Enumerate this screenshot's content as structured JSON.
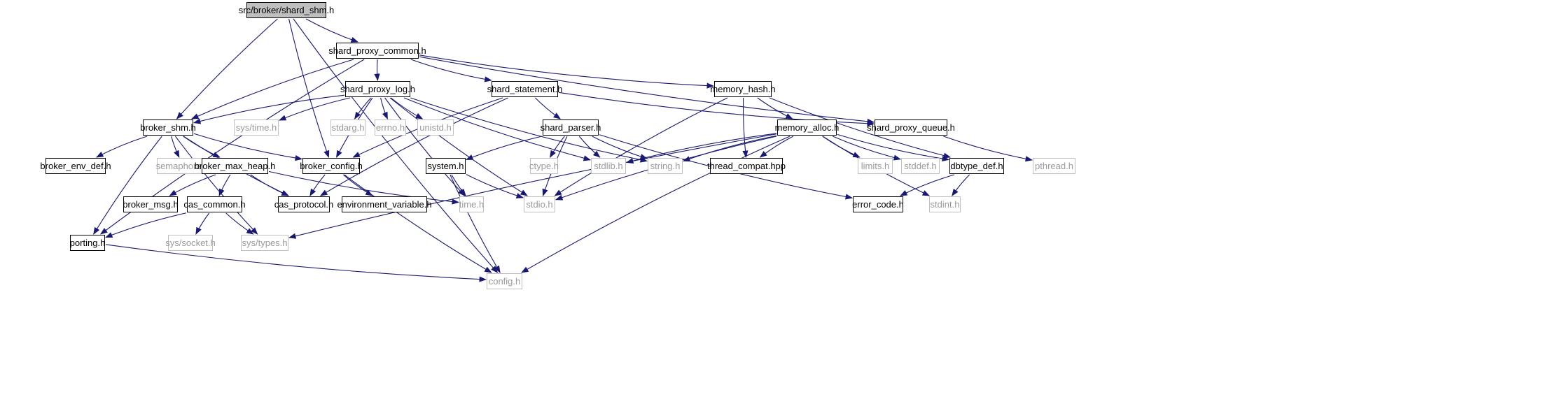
{
  "diagram": {
    "type": "include-dependency-graph",
    "colors": {
      "edge": "#191970",
      "local_border": "#000000",
      "system_border": "#bfbfbf",
      "system_text": "#9a9a9a",
      "root_fill": "#bfbfbf"
    },
    "nodes": [
      {
        "id": "root",
        "label": "src/broker/shard_shm.h",
        "kind": "root"
      },
      {
        "id": "shard_proxy_common",
        "label": "shard_proxy_common.h",
        "kind": "local"
      },
      {
        "id": "shard_proxy_log",
        "label": "shard_proxy_log.h",
        "kind": "local"
      },
      {
        "id": "shard_statement",
        "label": "shard_statement.h",
        "kind": "local"
      },
      {
        "id": "memory_hash",
        "label": "memory_hash.h",
        "kind": "local"
      },
      {
        "id": "broker_shm",
        "label": "broker_shm.h",
        "kind": "local"
      },
      {
        "id": "sys_time",
        "label": "sys/time.h",
        "kind": "system"
      },
      {
        "id": "stdarg",
        "label": "stdarg.h",
        "kind": "system"
      },
      {
        "id": "errno",
        "label": "errno.h",
        "kind": "system"
      },
      {
        "id": "unistd",
        "label": "unistd.h",
        "kind": "system"
      },
      {
        "id": "shard_parser",
        "label": "shard_parser.h",
        "kind": "local"
      },
      {
        "id": "memory_alloc",
        "label": "memory_alloc.h",
        "kind": "local"
      },
      {
        "id": "shard_proxy_queue",
        "label": "shard_proxy_queue.h",
        "kind": "local"
      },
      {
        "id": "broker_env_def",
        "label": "broker_env_def.h",
        "kind": "local"
      },
      {
        "id": "semaphore",
        "label": "semaphore.h",
        "kind": "system"
      },
      {
        "id": "broker_max_heap",
        "label": "broker_max_heap.h",
        "kind": "local"
      },
      {
        "id": "broker_config",
        "label": "broker_config.h",
        "kind": "local"
      },
      {
        "id": "system",
        "label": "system.h",
        "kind": "local"
      },
      {
        "id": "ctype",
        "label": "ctype.h",
        "kind": "system"
      },
      {
        "id": "stdlib",
        "label": "stdlib.h",
        "kind": "system"
      },
      {
        "id": "string",
        "label": "string.h",
        "kind": "system"
      },
      {
        "id": "thread_compat",
        "label": "thread_compat.hpp",
        "kind": "local"
      },
      {
        "id": "limits",
        "label": "limits.h",
        "kind": "system"
      },
      {
        "id": "stddef",
        "label": "stddef.h",
        "kind": "system"
      },
      {
        "id": "dbtype_def",
        "label": "dbtype_def.h",
        "kind": "local"
      },
      {
        "id": "pthread",
        "label": "pthread.h",
        "kind": "system"
      },
      {
        "id": "broker_msg",
        "label": "broker_msg.h",
        "kind": "local"
      },
      {
        "id": "cas_common",
        "label": "cas_common.h",
        "kind": "local"
      },
      {
        "id": "cas_protocol",
        "label": "cas_protocol.h",
        "kind": "local"
      },
      {
        "id": "environment_variable",
        "label": "environment_variable.h",
        "kind": "local"
      },
      {
        "id": "time",
        "label": "time.h",
        "kind": "system"
      },
      {
        "id": "stdio",
        "label": "stdio.h",
        "kind": "system"
      },
      {
        "id": "error_code",
        "label": "error_code.h",
        "kind": "local"
      },
      {
        "id": "stdint",
        "label": "stdint.h",
        "kind": "system"
      },
      {
        "id": "porting",
        "label": "porting.h",
        "kind": "local"
      },
      {
        "id": "sys_socket",
        "label": "sys/socket.h",
        "kind": "system"
      },
      {
        "id": "sys_types",
        "label": "sys/types.h",
        "kind": "system"
      },
      {
        "id": "config",
        "label": "config.h",
        "kind": "system"
      }
    ],
    "edges": [
      [
        "root",
        "shard_proxy_common"
      ],
      [
        "root",
        "broker_shm"
      ],
      [
        "root",
        "broker_config"
      ],
      [
        "root",
        "config"
      ],
      [
        "shard_proxy_common",
        "shard_proxy_log"
      ],
      [
        "shard_proxy_common",
        "shard_statement"
      ],
      [
        "shard_proxy_common",
        "memory_hash"
      ],
      [
        "shard_proxy_common",
        "shard_proxy_queue"
      ],
      [
        "shard_proxy_common",
        "broker_shm"
      ],
      [
        "shard_proxy_common",
        "porting"
      ],
      [
        "shard_proxy_log",
        "broker_shm"
      ],
      [
        "shard_proxy_log",
        "sys_time"
      ],
      [
        "shard_proxy_log",
        "stdarg"
      ],
      [
        "shard_proxy_log",
        "errno"
      ],
      [
        "shard_proxy_log",
        "unistd"
      ],
      [
        "shard_proxy_log",
        "stdlib"
      ],
      [
        "shard_proxy_log",
        "string"
      ],
      [
        "shard_proxy_log",
        "stdio"
      ],
      [
        "shard_proxy_log",
        "time"
      ],
      [
        "shard_proxy_log",
        "broker_config"
      ],
      [
        "shard_statement",
        "shard_parser"
      ],
      [
        "shard_statement",
        "shard_proxy_queue"
      ],
      [
        "shard_statement",
        "broker_config"
      ],
      [
        "shard_statement",
        "cas_protocol"
      ],
      [
        "memory_hash",
        "memory_alloc"
      ],
      [
        "memory_hash",
        "thread_compat"
      ],
      [
        "memory_hash",
        "stdio"
      ],
      [
        "memory_hash",
        "dbtype_def"
      ],
      [
        "broker_shm",
        "broker_env_def"
      ],
      [
        "broker_shm",
        "semaphore"
      ],
      [
        "broker_shm",
        "broker_max_heap"
      ],
      [
        "broker_shm",
        "broker_config"
      ],
      [
        "broker_shm",
        "cas_protocol"
      ],
      [
        "broker_shm",
        "porting"
      ],
      [
        "broker_shm",
        "sys_types"
      ],
      [
        "shard_parser",
        "system"
      ],
      [
        "shard_parser",
        "ctype"
      ],
      [
        "shard_parser",
        "stdlib"
      ],
      [
        "shard_parser",
        "string"
      ],
      [
        "shard_parser",
        "stdio"
      ],
      [
        "shard_parser",
        "error_code"
      ],
      [
        "memory_alloc",
        "stdlib"
      ],
      [
        "memory_alloc",
        "string"
      ],
      [
        "memory_alloc",
        "thread_compat"
      ],
      [
        "memory_alloc",
        "limits"
      ],
      [
        "memory_alloc",
        "stddef"
      ],
      [
        "memory_alloc",
        "dbtype_def"
      ],
      [
        "memory_alloc",
        "stdint"
      ],
      [
        "memory_alloc",
        "stdio"
      ],
      [
        "memory_alloc",
        "config"
      ],
      [
        "memory_alloc",
        "sys_types"
      ],
      [
        "shard_proxy_queue",
        "pthread"
      ],
      [
        "broker_max_heap",
        "broker_msg"
      ],
      [
        "broker_max_heap",
        "cas_common"
      ],
      [
        "broker_max_heap",
        "cas_protocol"
      ],
      [
        "broker_max_heap",
        "time"
      ],
      [
        "broker_config",
        "cas_protocol"
      ],
      [
        "broker_config",
        "environment_variable"
      ],
      [
        "broker_config",
        "config"
      ],
      [
        "system",
        "time"
      ],
      [
        "system",
        "stdio"
      ],
      [
        "system",
        "config"
      ],
      [
        "dbtype_def",
        "error_code"
      ],
      [
        "dbtype_def",
        "stdint"
      ],
      [
        "cas_common",
        "porting"
      ],
      [
        "cas_common",
        "sys_socket"
      ],
      [
        "cas_common",
        "sys_types"
      ],
      [
        "porting",
        "config"
      ]
    ]
  }
}
